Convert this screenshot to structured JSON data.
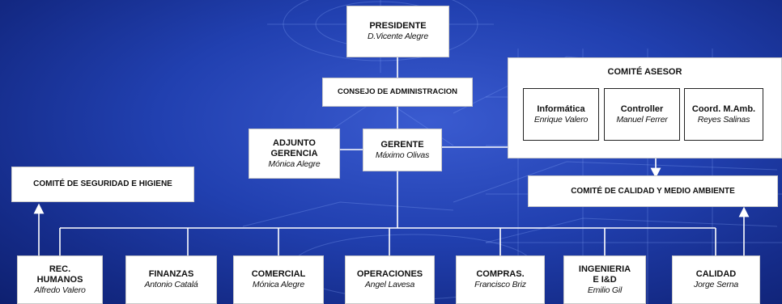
{
  "president": {
    "title": "PRESIDENTE",
    "name": "D.Vicente Alegre"
  },
  "board": {
    "title": "CONSEJO DE ADMINISTRACION"
  },
  "advisory": {
    "title": "COMITÉ ASESOR",
    "members": [
      {
        "title": "Informática",
        "name": "Enrique Valero"
      },
      {
        "title": "Controller",
        "name": "Manuel Ferrer"
      },
      {
        "title": "Coord. M.Amb.",
        "name": "Reyes Salinas"
      }
    ]
  },
  "deputy": {
    "title_line1": "ADJUNTO",
    "title_line2": "GERENCIA",
    "name": "Mónica Alegre"
  },
  "manager": {
    "title": "GERENTE",
    "name": "Máximo Olivas"
  },
  "safety_committee": {
    "title": "COMITÉ DE SEGURIDAD E HIGIENE"
  },
  "quality_committee": {
    "title": "COMITÉ DE CALIDAD Y MEDIO AMBIENTE"
  },
  "departments": [
    {
      "title_line1": "REC.",
      "title_line2": "HUMANOS",
      "name": "Alfredo Valero"
    },
    {
      "title_line1": "FINANZAS",
      "title_line2": "",
      "name": "Antonio Catalá"
    },
    {
      "title_line1": "COMERCIAL",
      "title_line2": "",
      "name": "Mónica Alegre"
    },
    {
      "title_line1": "OPERACIONES",
      "title_line2": "",
      "name": "Angel Lavesa"
    },
    {
      "title_line1": "COMPRAS.",
      "title_line2": "",
      "name": "Francisco Briz"
    },
    {
      "title_line1": "INGENIERIA",
      "title_line2": "E I&D",
      "name": "Emilio Gil"
    },
    {
      "title_line1": "CALIDAD",
      "title_line2": "",
      "name": "Jorge Serna"
    }
  ]
}
